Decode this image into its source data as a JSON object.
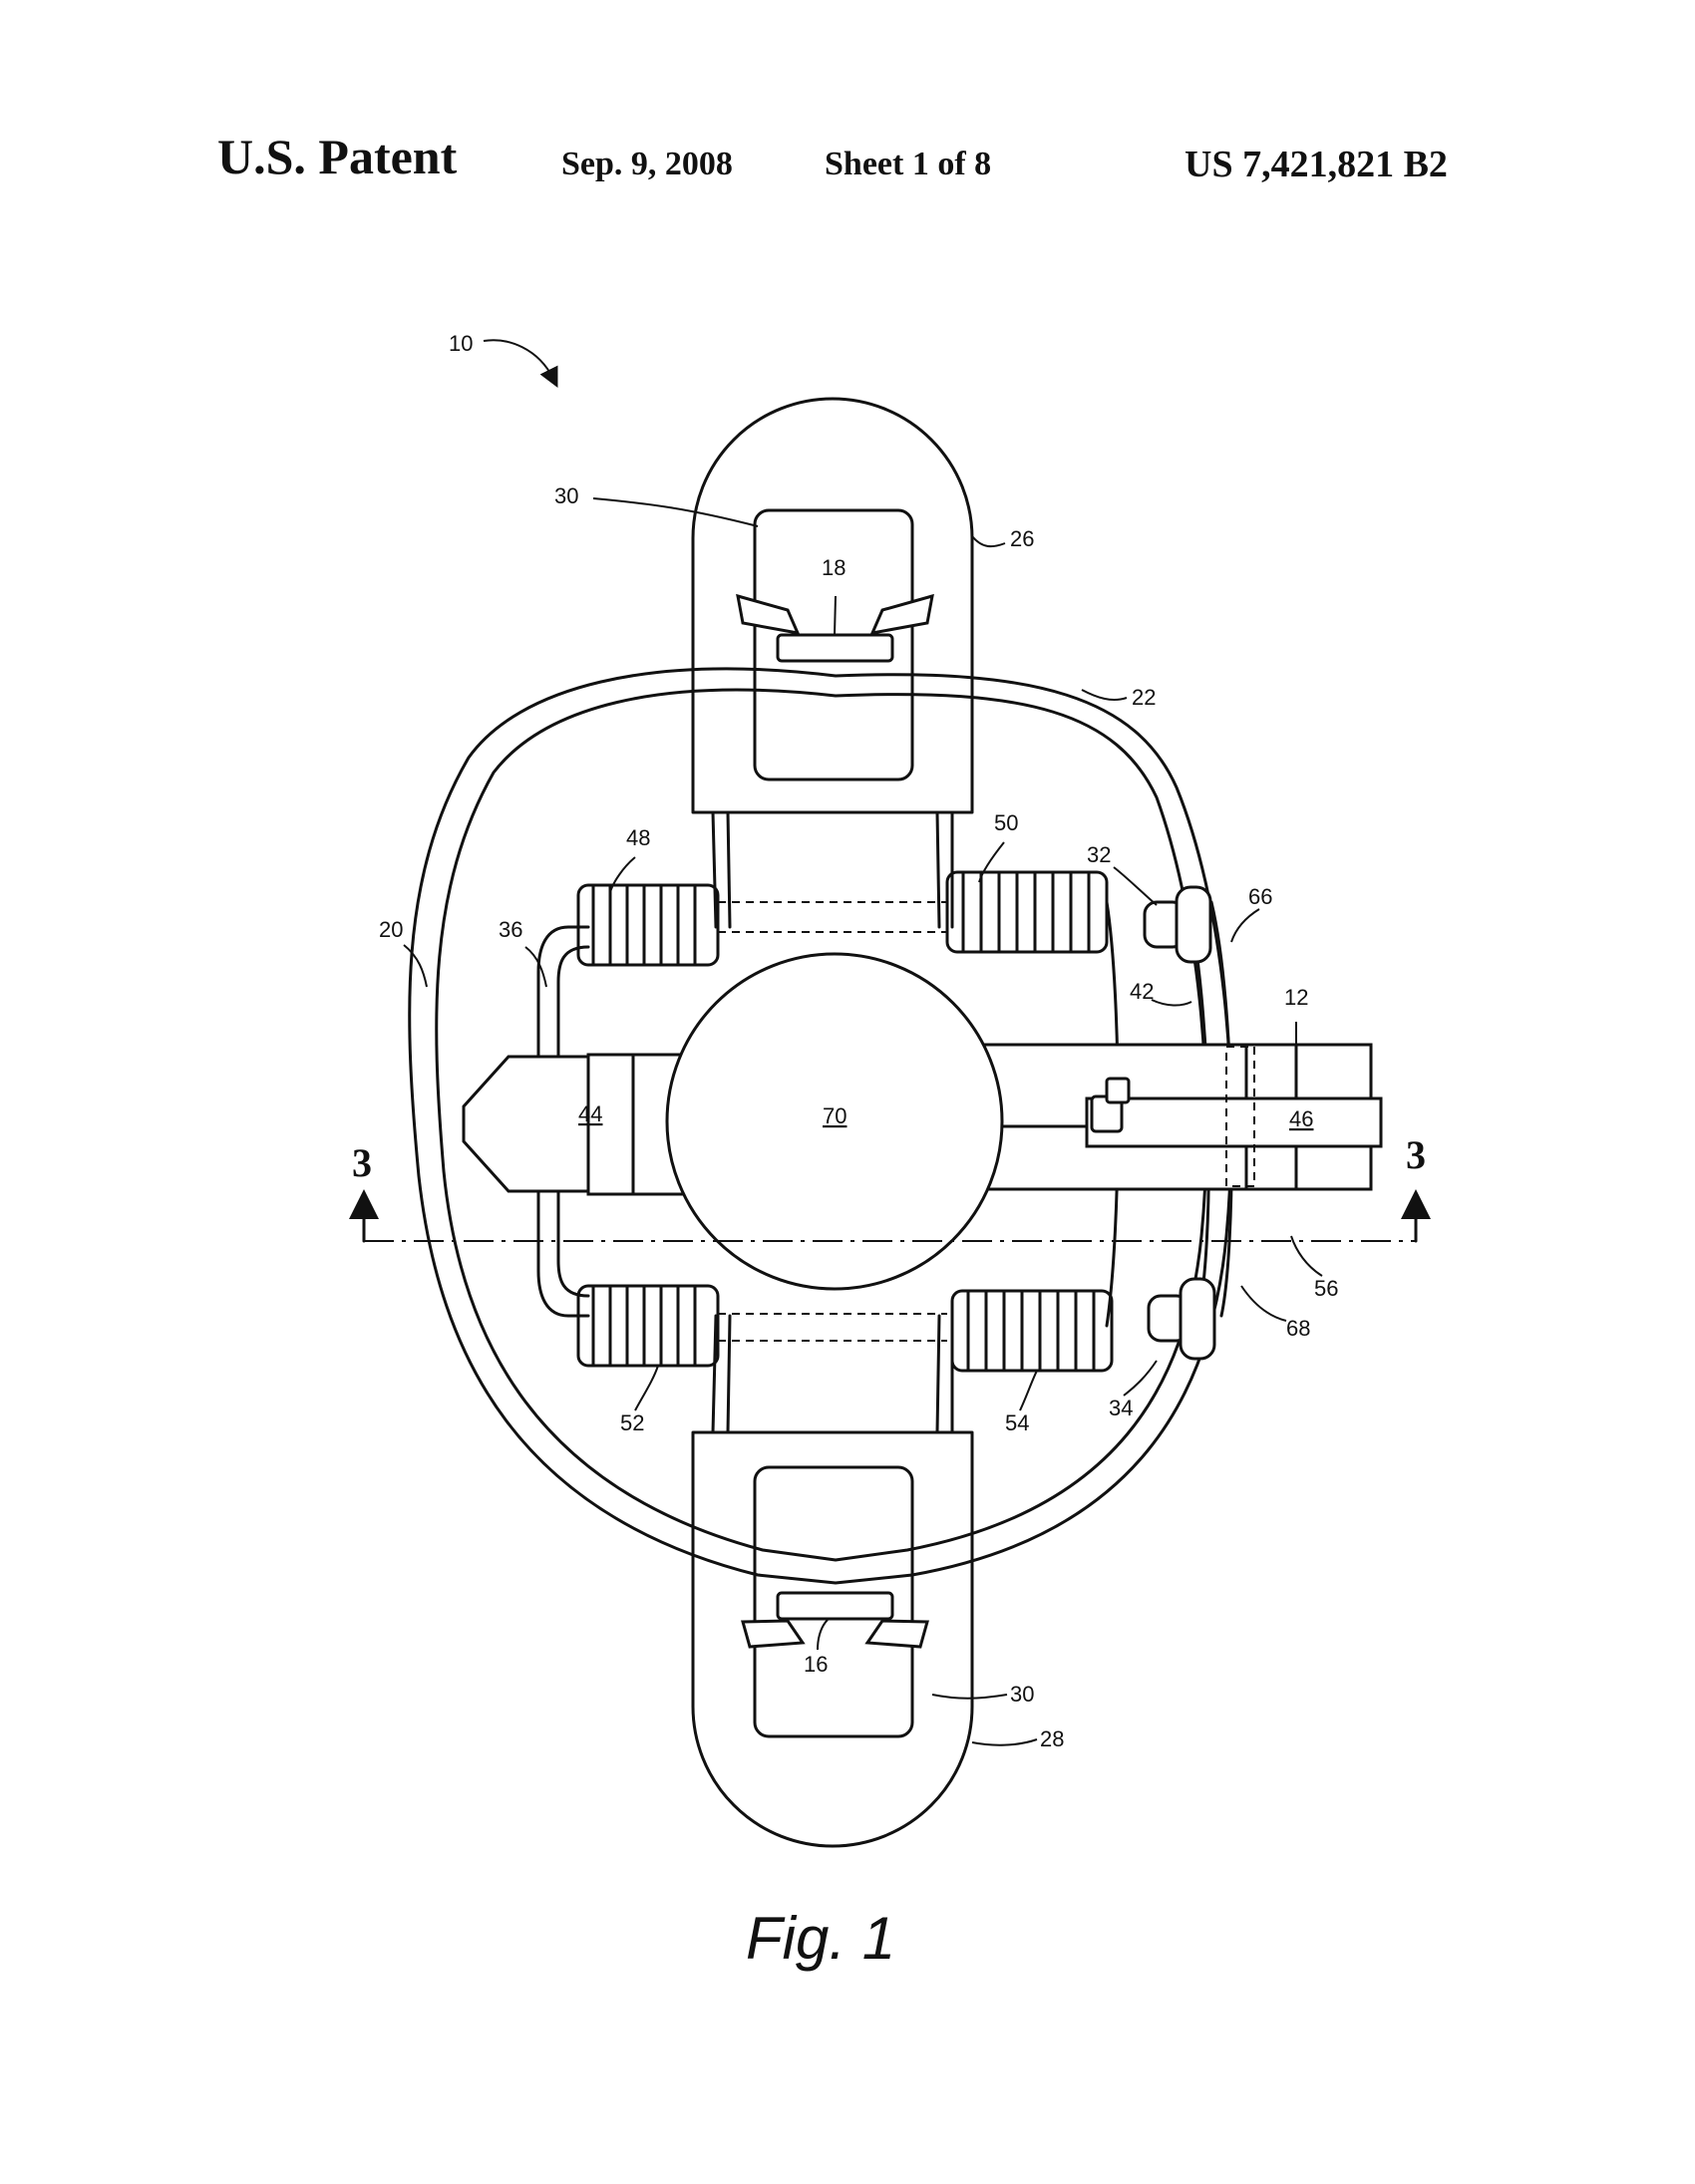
{
  "header": {
    "title": "U.S. Patent",
    "date": "Sep. 9, 2008",
    "sheet": "Sheet 1 of 8",
    "patent_number": "US 7,421,821 B2"
  },
  "figure": {
    "caption": "Fig. 1",
    "section_mark": "3",
    "labels": {
      "l10": "10",
      "l30a": "30",
      "l26": "26",
      "l18": "18",
      "l22": "22",
      "l48": "48",
      "l50": "50",
      "l32": "32",
      "l66": "66",
      "l20": "20",
      "l36": "36",
      "l42": "42",
      "l12": "12",
      "l44": "44",
      "l70": "70",
      "l46": "46",
      "l56": "56",
      "l68": "68",
      "l52": "52",
      "l54": "54",
      "l34": "34",
      "l16": "16",
      "l30b": "30",
      "l28": "28"
    }
  },
  "colors": {
    "ink": "#111111",
    "paper": "#ffffff"
  }
}
